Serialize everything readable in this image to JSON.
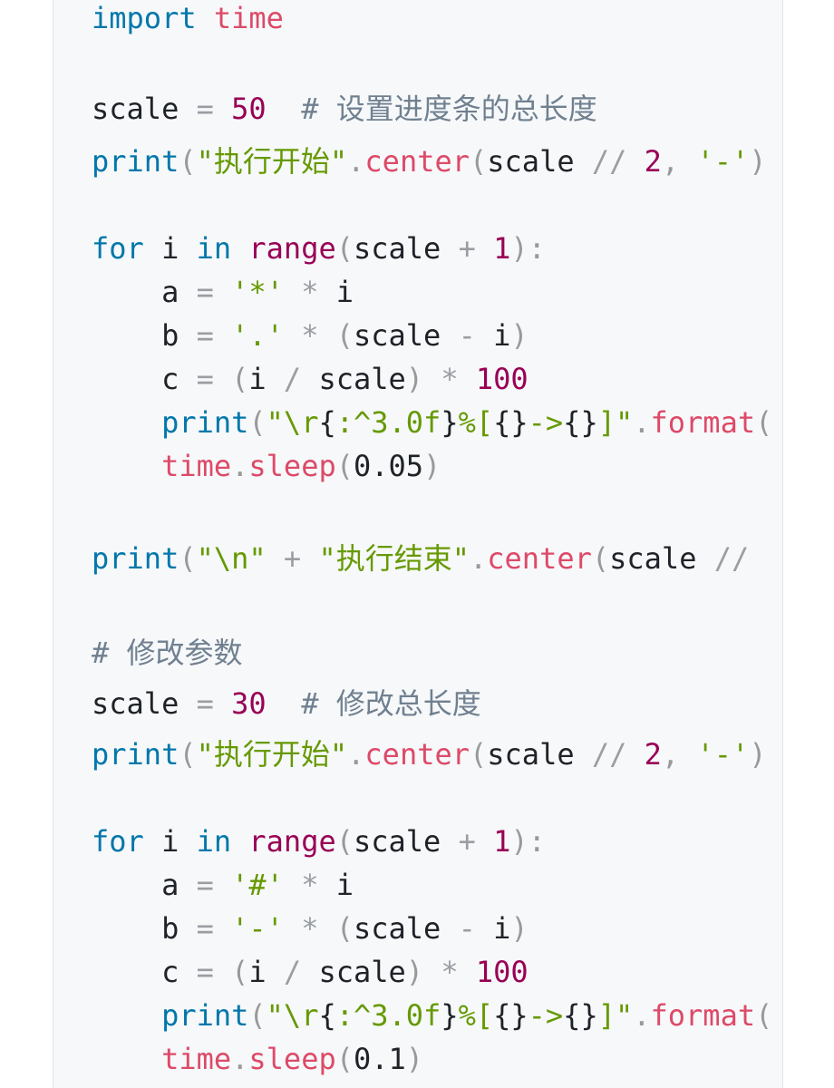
{
  "lines": [
    {
      "tokens": [
        [
          "kw",
          "import"
        ],
        [
          "var",
          " "
        ],
        [
          "fn",
          "time"
        ]
      ]
    },
    {
      "tokens": []
    },
    {
      "tokens": [
        [
          "var",
          "scale"
        ],
        [
          "var",
          " "
        ],
        [
          "op",
          "="
        ],
        [
          "var",
          " "
        ],
        [
          "num",
          "50"
        ],
        [
          "var",
          "  "
        ],
        [
          "cm",
          "# 设置进度条的总长度"
        ]
      ]
    },
    {
      "tokens": [
        [
          "bi",
          "print"
        ],
        [
          "pn",
          "("
        ],
        [
          "str",
          "\"执行开始\""
        ],
        [
          "pn",
          "."
        ],
        [
          "fn",
          "center"
        ],
        [
          "pn",
          "("
        ],
        [
          "var",
          "scale"
        ],
        [
          "var",
          " "
        ],
        [
          "op",
          "//"
        ],
        [
          "var",
          " "
        ],
        [
          "num",
          "2"
        ],
        [
          "pn",
          ","
        ],
        [
          "var",
          " "
        ],
        [
          "str",
          "'-'"
        ],
        [
          "pn",
          ")"
        ]
      ]
    },
    {
      "tokens": []
    },
    {
      "tokens": [
        [
          "kw",
          "for"
        ],
        [
          "var",
          " i "
        ],
        [
          "kw",
          "in"
        ],
        [
          "var",
          " "
        ],
        [
          "num",
          "range"
        ],
        [
          "pn",
          "("
        ],
        [
          "var",
          "scale"
        ],
        [
          "var",
          " "
        ],
        [
          "op",
          "+"
        ],
        [
          "var",
          " "
        ],
        [
          "num",
          "1"
        ],
        [
          "pn",
          "):"
        ]
      ]
    },
    {
      "tokens": [
        [
          "var",
          "    a "
        ],
        [
          "op",
          "="
        ],
        [
          "var",
          " "
        ],
        [
          "str",
          "'*'"
        ],
        [
          "var",
          " "
        ],
        [
          "op",
          "*"
        ],
        [
          "var",
          " i"
        ]
      ]
    },
    {
      "tokens": [
        [
          "var",
          "    b "
        ],
        [
          "op",
          "="
        ],
        [
          "var",
          " "
        ],
        [
          "str",
          "'.'"
        ],
        [
          "var",
          " "
        ],
        [
          "op",
          "*"
        ],
        [
          "var",
          " "
        ],
        [
          "pn",
          "("
        ],
        [
          "var",
          "scale "
        ],
        [
          "op",
          "-"
        ],
        [
          "var",
          " i"
        ],
        [
          "pn",
          ")"
        ]
      ]
    },
    {
      "tokens": [
        [
          "var",
          "    c "
        ],
        [
          "op",
          "="
        ],
        [
          "var",
          " "
        ],
        [
          "pn",
          "("
        ],
        [
          "var",
          "i "
        ],
        [
          "op",
          "/"
        ],
        [
          "var",
          " scale"
        ],
        [
          "pn",
          ")"
        ],
        [
          "var",
          " "
        ],
        [
          "op",
          "*"
        ],
        [
          "var",
          " "
        ],
        [
          "num",
          "100"
        ]
      ]
    },
    {
      "tokens": [
        [
          "var",
          "    "
        ],
        [
          "bi",
          "print"
        ],
        [
          "pn",
          "("
        ],
        [
          "str",
          "\"\\r"
        ],
        [
          "var",
          "{"
        ],
        [
          "str",
          ":^3.0f"
        ],
        [
          "var",
          "}"
        ],
        [
          "str",
          "%["
        ],
        [
          "var",
          "{}"
        ],
        [
          "str",
          "->"
        ],
        [
          "var",
          "{}"
        ],
        [
          "str",
          "]\""
        ],
        [
          "pn",
          "."
        ],
        [
          "fn",
          "format"
        ],
        [
          "pn",
          "("
        ]
      ]
    },
    {
      "tokens": [
        [
          "var",
          "    "
        ],
        [
          "fn",
          "time"
        ],
        [
          "pn",
          "."
        ],
        [
          "fn",
          "sleep"
        ],
        [
          "pn",
          "("
        ],
        [
          "var",
          "0.05"
        ],
        [
          "pn",
          ")"
        ]
      ]
    },
    {
      "tokens": []
    },
    {
      "tokens": [
        [
          "bi",
          "print"
        ],
        [
          "pn",
          "("
        ],
        [
          "str",
          "\"\\n\""
        ],
        [
          "var",
          " "
        ],
        [
          "op",
          "+"
        ],
        [
          "var",
          " "
        ],
        [
          "str",
          "\"执行结束\""
        ],
        [
          "pn",
          "."
        ],
        [
          "fn",
          "center"
        ],
        [
          "pn",
          "("
        ],
        [
          "var",
          "scale"
        ],
        [
          "var",
          " "
        ],
        [
          "op",
          "//"
        ]
      ]
    },
    {
      "tokens": []
    },
    {
      "tokens": [
        [
          "cm",
          "# 修改参数"
        ]
      ]
    },
    {
      "tokens": [
        [
          "var",
          "scale"
        ],
        [
          "var",
          " "
        ],
        [
          "op",
          "="
        ],
        [
          "var",
          " "
        ],
        [
          "num",
          "30"
        ],
        [
          "var",
          "  "
        ],
        [
          "cm",
          "# 修改总长度"
        ]
      ]
    },
    {
      "tokens": [
        [
          "bi",
          "print"
        ],
        [
          "pn",
          "("
        ],
        [
          "str",
          "\"执行开始\""
        ],
        [
          "pn",
          "."
        ],
        [
          "fn",
          "center"
        ],
        [
          "pn",
          "("
        ],
        [
          "var",
          "scale"
        ],
        [
          "var",
          " "
        ],
        [
          "op",
          "//"
        ],
        [
          "var",
          " "
        ],
        [
          "num",
          "2"
        ],
        [
          "pn",
          ","
        ],
        [
          "var",
          " "
        ],
        [
          "str",
          "'-'"
        ],
        [
          "pn",
          ")"
        ]
      ]
    },
    {
      "tokens": []
    },
    {
      "tokens": [
        [
          "kw",
          "for"
        ],
        [
          "var",
          " i "
        ],
        [
          "kw",
          "in"
        ],
        [
          "var",
          " "
        ],
        [
          "num",
          "range"
        ],
        [
          "pn",
          "("
        ],
        [
          "var",
          "scale"
        ],
        [
          "var",
          " "
        ],
        [
          "op",
          "+"
        ],
        [
          "var",
          " "
        ],
        [
          "num",
          "1"
        ],
        [
          "pn",
          "):"
        ]
      ]
    },
    {
      "tokens": [
        [
          "var",
          "    a "
        ],
        [
          "op",
          "="
        ],
        [
          "var",
          " "
        ],
        [
          "str",
          "'#'"
        ],
        [
          "var",
          " "
        ],
        [
          "op",
          "*"
        ],
        [
          "var",
          " i"
        ]
      ]
    },
    {
      "tokens": [
        [
          "var",
          "    b "
        ],
        [
          "op",
          "="
        ],
        [
          "var",
          " "
        ],
        [
          "str",
          "'-'"
        ],
        [
          "var",
          " "
        ],
        [
          "op",
          "*"
        ],
        [
          "var",
          " "
        ],
        [
          "pn",
          "("
        ],
        [
          "var",
          "scale "
        ],
        [
          "op",
          "-"
        ],
        [
          "var",
          " i"
        ],
        [
          "pn",
          ")"
        ]
      ]
    },
    {
      "tokens": [
        [
          "var",
          "    c "
        ],
        [
          "op",
          "="
        ],
        [
          "var",
          " "
        ],
        [
          "pn",
          "("
        ],
        [
          "var",
          "i "
        ],
        [
          "op",
          "/"
        ],
        [
          "var",
          " scale"
        ],
        [
          "pn",
          ")"
        ],
        [
          "var",
          " "
        ],
        [
          "op",
          "*"
        ],
        [
          "var",
          " "
        ],
        [
          "num",
          "100"
        ]
      ]
    },
    {
      "tokens": [
        [
          "var",
          "    "
        ],
        [
          "bi",
          "print"
        ],
        [
          "pn",
          "("
        ],
        [
          "str",
          "\"\\r"
        ],
        [
          "var",
          "{"
        ],
        [
          "str",
          ":^3.0f"
        ],
        [
          "var",
          "}"
        ],
        [
          "str",
          "%["
        ],
        [
          "var",
          "{}"
        ],
        [
          "str",
          "->"
        ],
        [
          "var",
          "{}"
        ],
        [
          "str",
          "]\""
        ],
        [
          "pn",
          "."
        ],
        [
          "fn",
          "format"
        ],
        [
          "pn",
          "("
        ]
      ]
    },
    {
      "tokens": [
        [
          "var",
          "    "
        ],
        [
          "fn",
          "time"
        ],
        [
          "pn",
          "."
        ],
        [
          "fn",
          "sleep"
        ],
        [
          "pn",
          "("
        ],
        [
          "var",
          "0.1"
        ],
        [
          "pn",
          ")"
        ]
      ]
    }
  ]
}
